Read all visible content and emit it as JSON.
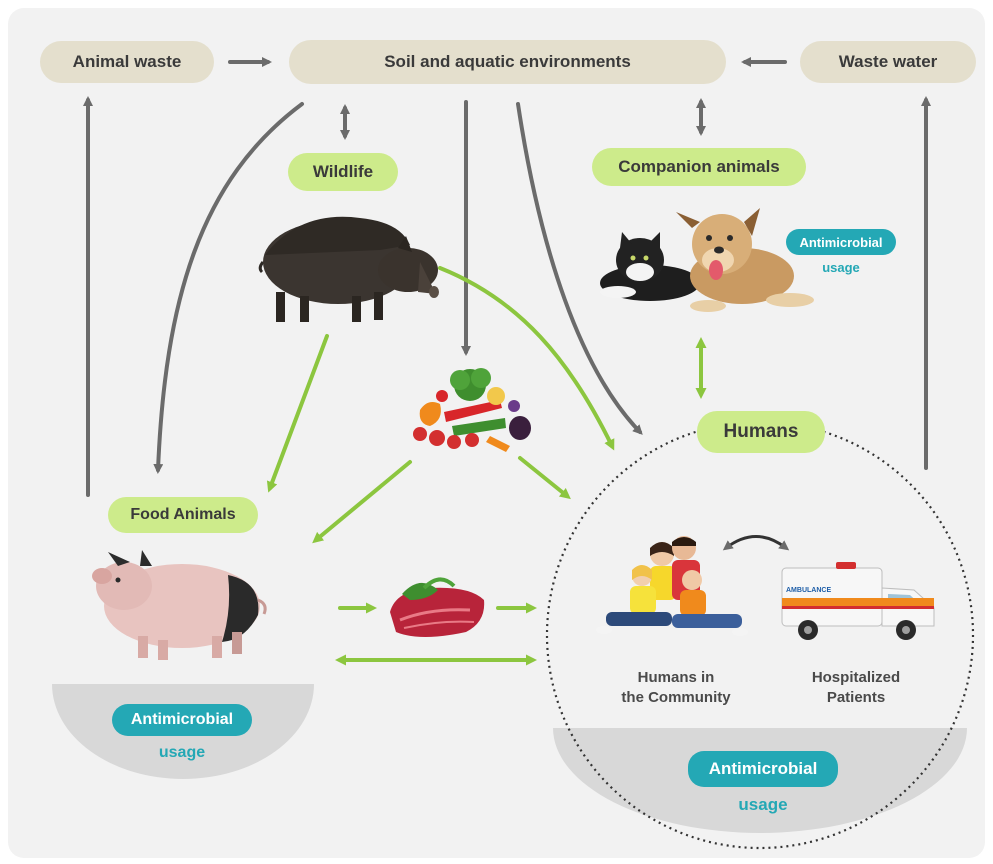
{
  "nodes": {
    "animal_waste": "Animal waste",
    "soil": "Soil and aquatic environments",
    "waste_water": "Waste water",
    "wildlife": "Wildlife",
    "companion_animals": "Companion animals",
    "food_animals": "Food Animals",
    "humans": "Humans"
  },
  "captions": {
    "humans_community": [
      "Humans in",
      "the Community"
    ],
    "hospitalized": [
      "Hospitalized",
      "Patients"
    ]
  },
  "antimicrobial": {
    "label": "Antimicrobial",
    "usage": "usage"
  },
  "ambulance_text": "AMBULANCE",
  "colors": {
    "panel": "#f2f2f2",
    "beige_node": "#e4dfcd",
    "green_node": "#cdeb8b",
    "teal_badge": "#24a8b5",
    "dark_arrow": "#6b6b6b",
    "green_arrow": "#8cc63f"
  }
}
